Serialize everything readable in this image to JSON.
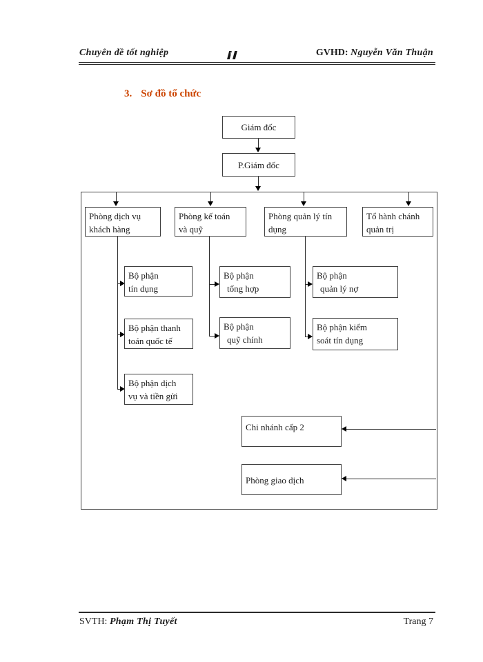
{
  "header": {
    "course_title": "Chuyên đề tốt nghiệp",
    "advisor_label": "GVHD:",
    "advisor_name": "Nguyễn Văn Thuận"
  },
  "section": {
    "number": "3.",
    "title": "Sơ đồ tổ chức"
  },
  "colors": {
    "section_title": "#cc4400",
    "diagram_line": "#2e2e2e",
    "page_background": "#ffffff"
  },
  "org_chart": {
    "type": "org-hierarchy-diagram",
    "nodes": {
      "director": {
        "label": "Giám đốc",
        "lines": [
          "Giám đốc"
        ]
      },
      "deputy_director": {
        "label": "P.Giám đốc",
        "lines": [
          "P.Giám đốc"
        ]
      },
      "dept_customer_service": {
        "label": "Phòng dịch vụ khách hàng",
        "lines": [
          "Phòng dịch vụ",
          "khách hàng"
        ]
      },
      "dept_accounting_treasury": {
        "label": "Phòng kế toán và quỹ",
        "lines": [
          "Phòng kế toán",
          "và quỹ"
        ]
      },
      "dept_credit_management": {
        "label": "Phòng quản lý tín dụng",
        "lines": [
          "Phòng quản lý tín",
          "dụng"
        ]
      },
      "admin_team": {
        "label": "Tổ hành chánh quản trị",
        "lines": [
          "Tổ hành chánh",
          "quản trị"
        ]
      },
      "credit_division": {
        "label": "Bộ phận tín dụng",
        "lines": [
          "Bộ phận",
          "tín dụng"
        ]
      },
      "intl_payment_division": {
        "label": "Bộ phận thanh toán quốc tế",
        "lines": [
          "Bộ phận thanh",
          "toán quốc tế"
        ]
      },
      "deposit_service_division": {
        "label": "Bộ phận dịch vụ và tiền gửi",
        "lines": [
          "Bộ phận dịch",
          "vụ và tiền gửi"
        ]
      },
      "general_division": {
        "label": "Bộ phận tổng hợp",
        "lines": [
          "Bộ phận",
          "tổng hợp"
        ]
      },
      "main_treasury_division": {
        "label": "Bộ phận quỹ chính",
        "lines": [
          "Bộ phận",
          "quỹ chính"
        ]
      },
      "debt_management_division": {
        "label": "Bộ phận quản lý nợ",
        "lines": [
          "Bộ phận",
          "quản lý nợ"
        ]
      },
      "credit_control_division": {
        "label": "Bộ phận kiểm soát tín dụng",
        "lines": [
          "Bộ phận kiểm",
          "soát tín dụng"
        ]
      },
      "level2_branch": {
        "label": "Chi nhánh cấp 2",
        "lines": [
          "Chi nhánh cấp 2"
        ]
      },
      "transaction_office": {
        "label": "Phòng giao dịch",
        "lines": [
          "Phòng giao dịch"
        ]
      }
    },
    "edges": [
      {
        "from": "Giám đốc",
        "to": "P.Giám đốc"
      },
      {
        "from": "P.Giám đốc",
        "to": "Phòng dịch vụ khách hàng"
      },
      {
        "from": "P.Giám đốc",
        "to": "Phòng kế toán và quỹ"
      },
      {
        "from": "P.Giám đốc",
        "to": "Phòng quản lý tín dụng"
      },
      {
        "from": "P.Giám đốc",
        "to": "Tổ hành chánh quản trị"
      },
      {
        "from": "Phòng dịch vụ khách hàng",
        "to": "Bộ phận tín dụng"
      },
      {
        "from": "Phòng dịch vụ khách hàng",
        "to": "Bộ phận thanh toán quốc tế"
      },
      {
        "from": "Phòng dịch vụ khách hàng",
        "to": "Bộ phận dịch vụ và tiền gửi"
      },
      {
        "from": "Phòng kế toán và quỹ",
        "to": "Bộ phận tổng hợp"
      },
      {
        "from": "Phòng kế toán và quỹ",
        "to": "Bộ phận quỹ chính"
      },
      {
        "from": "Phòng quản lý tín dụng",
        "to": "Bộ phận quản lý nợ"
      },
      {
        "from": "Phòng quản lý tín dụng",
        "to": "Bộ phận kiểm soát tín dụng"
      },
      {
        "from": "P.Giám đốc",
        "to": "Chi nhánh cấp 2"
      },
      {
        "from": "P.Giám đốc",
        "to": "Phòng giao dịch"
      }
    ]
  },
  "footer": {
    "author_label": "SVTH:",
    "author_name": "Phạm Thị Tuyết",
    "page_number": "Trang 7"
  }
}
